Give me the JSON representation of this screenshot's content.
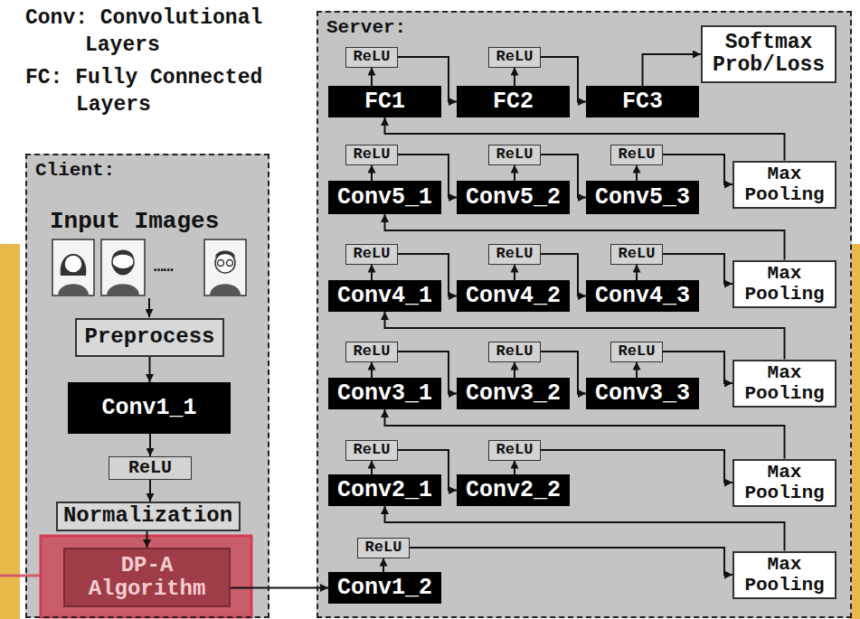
{
  "diagram": {
    "nodes": [
      {
        "text": [
          "Client:"
        ]
      },
      {
        "text": [
          "Preprocess"
        ],
        "in": 0
      },
      {
        "text": [
          "Conv1_1"
        ],
        "in": 0
      },
      {
        "text": [
          "ReLU"
        ],
        "in": 0
      },
      {
        "text": [
          "Normalization"
        ],
        "in": 0
      },
      {
        "text": [
          "DP-A Algorithm"
        ],
        "in": 0
      },
      {
        "text": [
          "Server:"
        ]
      },
      {
        "text": [
          "ReLU"
        ],
        "in": 6
      },
      {
        "text": [
          "ReLU"
        ],
        "in": 6
      },
      {
        "text": [
          "Softmax Prob/Loss"
        ],
        "in": 6
      },
      {
        "text": [
          "FC1"
        ],
        "in": 6
      },
      {
        "text": [
          "FC2"
        ],
        "in": 6
      },
      {
        "text": [
          "FC3"
        ],
        "in": 6
      },
      {
        "text": [
          "ReLU"
        ],
        "in": 6
      },
      {
        "text": [
          "ReLU"
        ],
        "in": 6
      },
      {
        "text": [
          "ReLU"
        ],
        "in": 6
      },
      {
        "text": [
          "Conv5_1"
        ],
        "in": 6
      },
      {
        "text": [
          "Conv5_2"
        ],
        "in": 6
      },
      {
        "text": [
          "Conv5_3"
        ],
        "in": 6
      },
      {
        "text": [
          "Max Pooling"
        ],
        "in": 6
      },
      {
        "text": [
          "ReLU"
        ],
        "in": 6
      },
      {
        "text": [
          "ReLU"
        ],
        "in": 6
      },
      {
        "text": [
          "ReLU"
        ],
        "in": 6
      },
      {
        "text": [
          "Conv4_1"
        ],
        "in": 6
      },
      {
        "text": [
          "Conv4_2"
        ],
        "in": 6
      },
      {
        "text": [
          "Conv4_3"
        ],
        "in": 6
      },
      {
        "text": [
          "Max Pooling"
        ],
        "in": 6
      },
      {
        "text": [
          "ReLU"
        ],
        "in": 6
      },
      {
        "text": [
          "ReLU"
        ],
        "in": 6
      },
      {
        "text": [
          "ReLU"
        ],
        "in": 6
      },
      {
        "text": [
          "Conv3_1"
        ],
        "in": 6
      },
      {
        "text": [
          "Conv3_2"
        ],
        "in": 6
      },
      {
        "text": [
          "Conv3_3"
        ],
        "in": 6
      },
      {
        "text": [
          "Max Pooling"
        ],
        "in": 6
      },
      {
        "text": [
          "ReLU"
        ],
        "in": 6
      },
      {
        "text": [
          "ReLU"
        ],
        "in": 6
      },
      {
        "text": [
          "Conv2_1"
        ],
        "in": 6
      },
      {
        "text": [
          "Conv2_2"
        ],
        "in": 6
      },
      {
        "text": [
          "Max Pooling"
        ],
        "in": 6
      },
      {
        "text": [
          "ReLU"
        ],
        "in": 6
      },
      {
        "text": [
          "Conv1_2"
        ],
        "in": 6
      },
      {
        "text": [
          "Max Pooling"
        ],
        "in": 6
      }
    ],
    "edges": [
      {
        "from": 1,
        "to": 2,
        "arrow": "to"
      },
      {
        "from": 2,
        "to": 3,
        "arrow": "to"
      },
      {
        "from": 3,
        "to": 4,
        "arrow": "to"
      },
      {
        "from": 4,
        "to": 5,
        "arrow": "to"
      },
      {
        "from": 5,
        "to": 40,
        "arrow": "to"
      },
      {
        "from": 40,
        "to": 39,
        "arrow": "to"
      },
      {
        "from": 39,
        "to": 41,
        "arrow": "to"
      },
      {
        "from": 41,
        "to": 36,
        "arrow": "to"
      },
      {
        "from": 36,
        "to": 34,
        "arrow": "to"
      },
      {
        "from": 34,
        "to": 37,
        "arrow": "to"
      },
      {
        "from": 37,
        "to": 35,
        "arrow": "to"
      },
      {
        "from": 35,
        "to": 38,
        "arrow": "to"
      },
      {
        "from": 38,
        "to": 30,
        "arrow": "to"
      },
      {
        "from": 30,
        "to": 27,
        "arrow": "to"
      },
      {
        "from": 27,
        "to": 31,
        "arrow": "to"
      },
      {
        "from": 31,
        "to": 28,
        "arrow": "to"
      },
      {
        "from": 28,
        "to": 32,
        "arrow": "to"
      },
      {
        "from": 32,
        "to": 29,
        "arrow": "to"
      },
      {
        "from": 29,
        "to": 33,
        "arrow": "to"
      },
      {
        "from": 33,
        "to": 23,
        "arrow": "to"
      },
      {
        "from": 23,
        "to": 20,
        "arrow": "to"
      },
      {
        "from": 20,
        "to": 24,
        "arrow": "to"
      },
      {
        "from": 24,
        "to": 21,
        "arrow": "to"
      },
      {
        "from": 21,
        "to": 25,
        "arrow": "to"
      },
      {
        "from": 25,
        "to": 22,
        "arrow": "to"
      },
      {
        "from": 22,
        "to": 26,
        "arrow": "to"
      },
      {
        "from": 26,
        "to": 16,
        "arrow": "to"
      },
      {
        "from": 16,
        "to": 13,
        "arrow": "to"
      },
      {
        "from": 13,
        "to": 17,
        "arrow": "to"
      },
      {
        "from": 17,
        "to": 14,
        "arrow": "to"
      },
      {
        "from": 14,
        "to": 18,
        "arrow": "to"
      },
      {
        "from": 18,
        "to": 15,
        "arrow": "to"
      },
      {
        "from": 15,
        "to": 19,
        "arrow": "to"
      },
      {
        "from": 19,
        "to": 10,
        "arrow": "to"
      },
      {
        "from": 10,
        "to": 7,
        "arrow": "to"
      },
      {
        "from": 7,
        "to": 11,
        "arrow": "to"
      },
      {
        "from": 11,
        "to": 8,
        "arrow": "to"
      },
      {
        "from": 8,
        "to": 12,
        "arrow": "to"
      },
      {
        "from": 12,
        "to": 9,
        "arrow": "to"
      }
    ],
    "labels": [
      "Conv: Convolutional Layers",
      "FC: Fully Connected Layers",
      "Input Images",
      "……"
    ]
  }
}
